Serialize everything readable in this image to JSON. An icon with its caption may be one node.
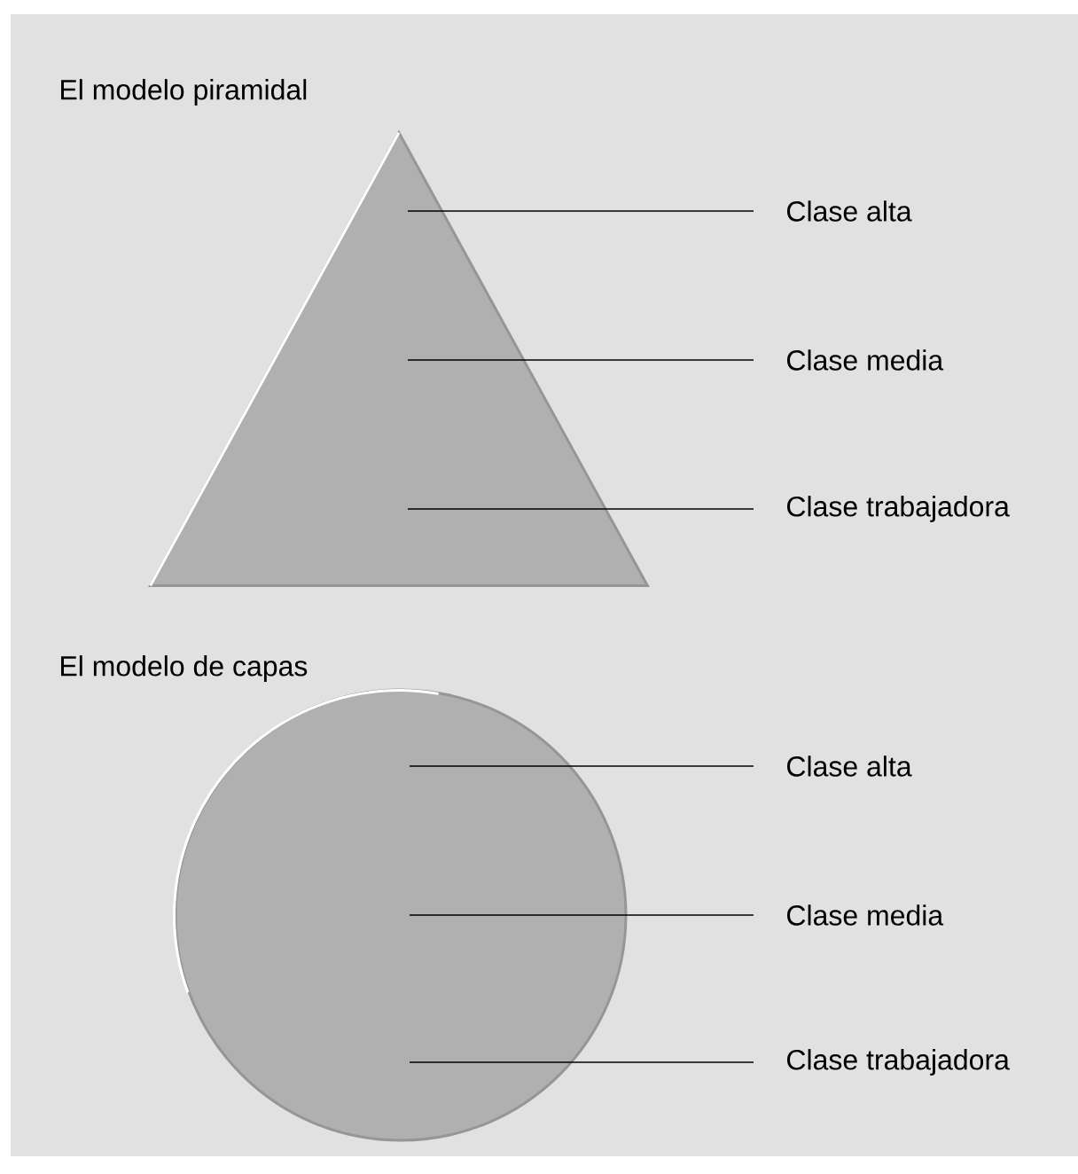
{
  "diagram": {
    "nodes": [
      {
        "text": [],
        "shape": "triangle"
      },
      {
        "text": [
          "Clase alta"
        ]
      },
      {
        "text": [
          "Clase media"
        ]
      },
      {
        "text": [
          "Clase trabajadora"
        ]
      },
      {
        "text": [],
        "shape": "circle"
      },
      {
        "text": [
          "Clase alta"
        ]
      },
      {
        "text": [
          "Clase media"
        ]
      },
      {
        "text": [
          "Clase trabajadora"
        ]
      }
    ],
    "edges": [
      {
        "from": 1,
        "to": 0,
        "arrow": "none"
      },
      {
        "from": 2,
        "to": 0,
        "arrow": "none"
      },
      {
        "from": 3,
        "to": 0,
        "arrow": "none"
      },
      {
        "from": 5,
        "to": 4,
        "arrow": "none"
      },
      {
        "from": 6,
        "to": 4,
        "arrow": "none"
      },
      {
        "from": 7,
        "to": 4,
        "arrow": "none"
      }
    ],
    "labels": [
      "El modelo piramidal",
      "El modelo de capas"
    ]
  }
}
